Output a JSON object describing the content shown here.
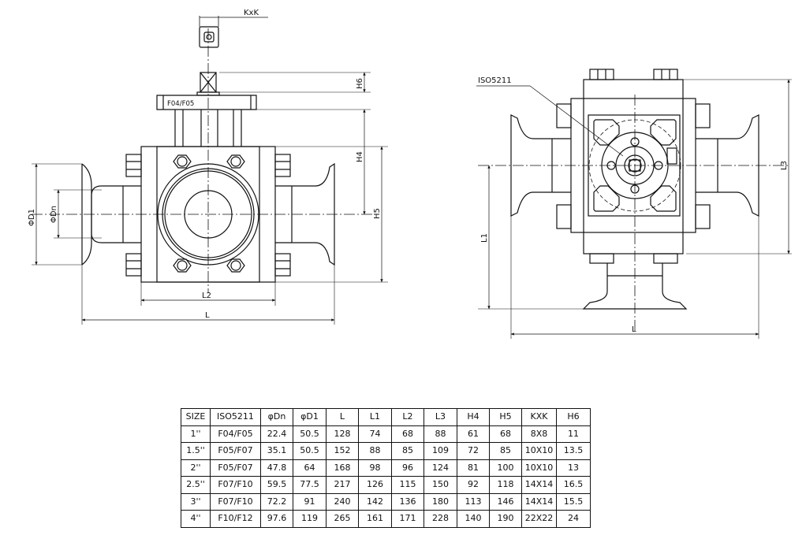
{
  "left_view": {
    "kxk": "KxK",
    "flange_plate": "F04/F05",
    "h6": "H6",
    "h4": "H4",
    "h5": "H5",
    "d1": "ΦD1",
    "dn": "ΦDn",
    "l2": "L2",
    "l": "L"
  },
  "right_view": {
    "iso": "ISO5211",
    "l1": "L1",
    "l3": "L3",
    "l": "L"
  },
  "table": {
    "headers": [
      "SIZE",
      "ISO5211",
      "φDn",
      "φD1",
      "L",
      "L1",
      "L2",
      "L3",
      "H4",
      "H5",
      "KXK",
      "H6"
    ],
    "rows": [
      [
        "1''",
        "F04/F05",
        "22.4",
        "50.5",
        "128",
        "74",
        "68",
        "88",
        "61",
        "68",
        "8X8",
        "11"
      ],
      [
        "1.5''",
        "F05/F07",
        "35.1",
        "50.5",
        "152",
        "88",
        "85",
        "109",
        "72",
        "85",
        "10X10",
        "13.5"
      ],
      [
        "2''",
        "F05/F07",
        "47.8",
        "64",
        "168",
        "98",
        "96",
        "124",
        "81",
        "100",
        "10X10",
        "13"
      ],
      [
        "2.5''",
        "F07/F10",
        "59.5",
        "77.5",
        "217",
        "126",
        "115",
        "150",
        "92",
        "118",
        "14X14",
        "16.5"
      ],
      [
        "3''",
        "F07/F10",
        "72.2",
        "91",
        "240",
        "142",
        "136",
        "180",
        "113",
        "146",
        "14X14",
        "15.5"
      ],
      [
        "4''",
        "F10/F12",
        "97.6",
        "119",
        "265",
        "161",
        "171",
        "228",
        "140",
        "190",
        "22X22",
        "24"
      ]
    ]
  }
}
